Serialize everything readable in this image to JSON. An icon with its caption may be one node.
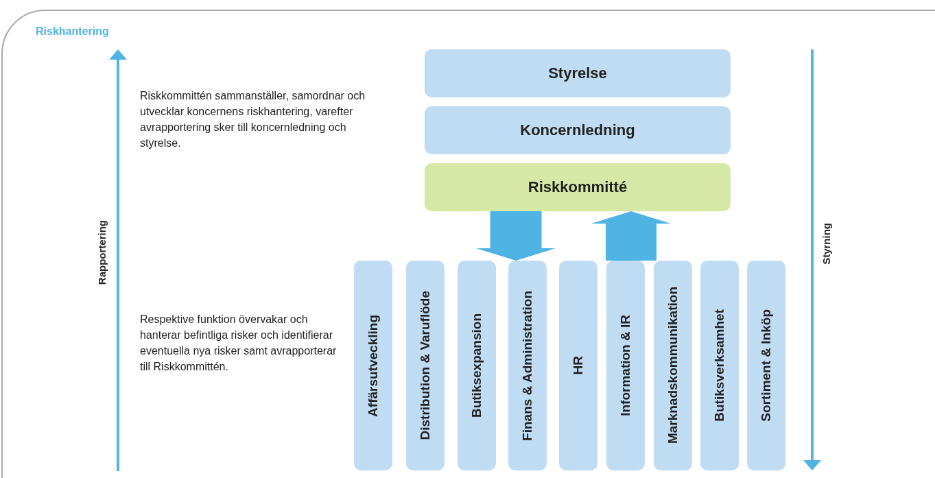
{
  "diagram": {
    "title": "Riskhantering",
    "nodes": [
      {
        "text": [
          "Styrelse"
        ]
      },
      {
        "text": [
          "Koncernledning"
        ]
      },
      {
        "text": [
          "Riskkommitté"
        ]
      },
      {
        "text": [
          "Affärsutveckling"
        ]
      },
      {
        "text": [
          "Distribution & Varuflöde"
        ]
      },
      {
        "text": [
          "Butiksexpansion"
        ]
      },
      {
        "text": [
          "Finans & Administration"
        ]
      },
      {
        "text": [
          "HR"
        ]
      },
      {
        "text": [
          "Information & IR"
        ]
      },
      {
        "text": [
          "Marknadskommunikation"
        ]
      },
      {
        "text": [
          "Butiksverksamhet"
        ]
      },
      {
        "text": [
          "Sortiment & Inköp"
        ]
      }
    ],
    "edges": [
      {
        "from": 2,
        "to": 6,
        "arrow": "to"
      },
      {
        "from": 8,
        "to": 2,
        "arrow": "to"
      }
    ],
    "labels": [
      "Riskkommittén sammanställer, samordnar och utvecklar koncernens riskhantering, varefter avrapportering sker till koncernledning och styrelse.",
      "Rapportering",
      "Styrning",
      "Respektive funktion övervakar och hanterar befintliga risker och identifierar eventuella nya risker samt avrapporterar till Riskkommittén."
    ]
  }
}
